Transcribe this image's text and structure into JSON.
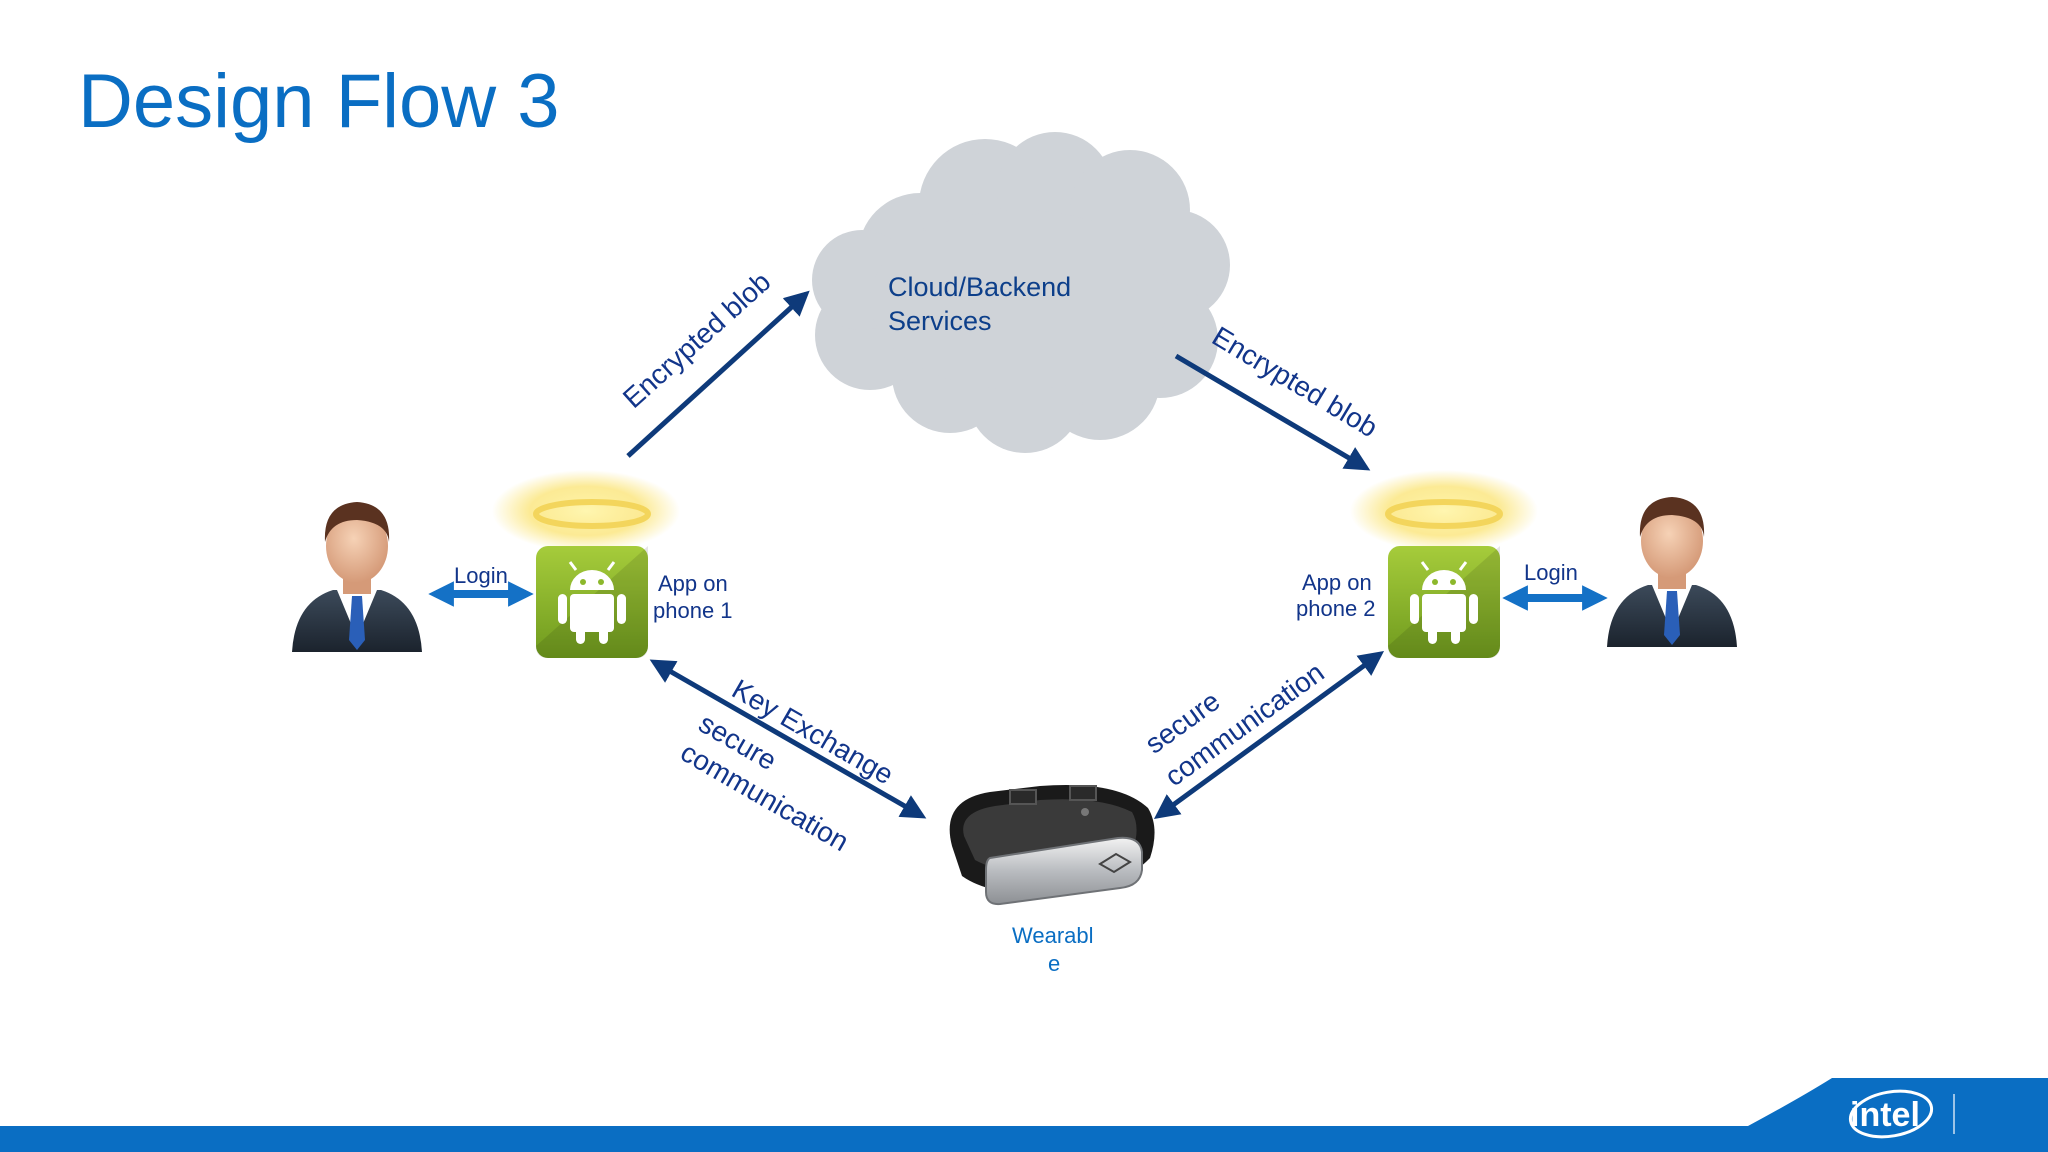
{
  "slide": {
    "title": "Design Flow 3"
  },
  "cloud": {
    "line1": "Cloud/Backend",
    "line2": "Services"
  },
  "phone1": {
    "line1": "App on",
    "line2": "phone 1"
  },
  "phone2": {
    "line1": "App on",
    "line2": "phone 2"
  },
  "login_left": "Login",
  "login_right": "Login",
  "arrows": {
    "upper_left": "Encrypted blob",
    "upper_right": "Encrypted blob",
    "key_exchange": "Key Exchange",
    "lower_left_line1": "secure",
    "lower_left_line2": "communication",
    "lower_right_line1": "secure",
    "lower_right_line2": "communication"
  },
  "wearable": {
    "line1": "Wearabl",
    "line2": "e"
  },
  "footer": {
    "logo": "intel"
  },
  "colors": {
    "title": "#0a6ec3",
    "arrow_dark": "#0e3a7a",
    "arrow_light": "#1471c6",
    "footer_bar": "#0a6ec3",
    "android_green": "#8cb82c",
    "cloud": "#cfd3d8",
    "halo": "#f3d55c"
  }
}
